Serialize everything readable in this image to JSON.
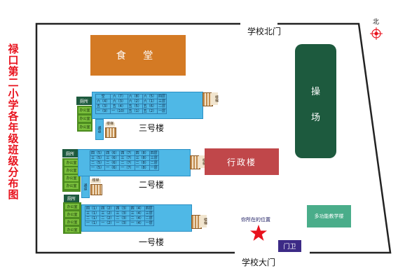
{
  "title": [
    "禄",
    "口",
    "第",
    "二",
    "小",
    "学",
    "各",
    "年",
    "级",
    "班",
    "级",
    "分",
    "布",
    "图"
  ],
  "north_gate": "学校北门",
  "main_gate": "学校大门",
  "north": "北",
  "canteen": "食 堂",
  "playground": [
    "操",
    "场"
  ],
  "admin": "行政楼",
  "multi_purpose": "多功能教学楼",
  "guard": "门卫",
  "you_are_here": "你所在的位置",
  "buildings": {
    "b3": {
      "name": "三号楼",
      "rows": [
        [
          "空",
          "六（7）",
          "六（8）",
          "六（5）",
          "四层"
        ],
        [
          "六（4）",
          "六（3）",
          "六（2）",
          "六（1）",
          "三层"
        ],
        [
          "五（3）",
          "五（4）",
          "五（5）",
          "五（6）",
          "二层"
        ],
        [
          "一（9）",
          "一（10）",
          "五（1）",
          "五（2）",
          "一层"
        ]
      ],
      "restroom": "厕所",
      "offices": [
        "办公室",
        "办公室",
        "办公室"
      ],
      "corridor": "通道",
      "stair_a": "楼梯",
      "stair_b": "楼梯"
    },
    "b2": {
      "name": "二号楼",
      "rows": [
        [
          "四（5）",
          "四（6）",
          "四（7）",
          "四（8）",
          "四层"
        ],
        [
          "三（5）",
          "三（6）",
          "三（7）",
          "三（8）",
          "三层"
        ],
        [
          "二（5）",
          "二（6）",
          "二（7）",
          "二（8）",
          "二层"
        ],
        [
          "一（5）",
          "一（6）",
          "一（7）",
          "一（8）",
          "一层"
        ]
      ],
      "restroom": "厕所",
      "offices": [
        "办公室",
        "办公室",
        "办公室",
        "办公室"
      ],
      "corridor": "通道",
      "stair_a": "楼梯",
      "stair_b": "楼梯"
    },
    "b1": {
      "name": "一号楼",
      "rows": [
        [
          "四（1）",
          "四（2）",
          "四（3）",
          "四（4）",
          "四层"
        ],
        [
          "三（1）",
          "三（2）",
          "三（3）",
          "三（4）",
          "三层"
        ],
        [
          "二（1）",
          "二（2）",
          "二（3）",
          "二（4）",
          "二层"
        ],
        [
          "一（1）",
          "一（2）",
          "一（3）",
          "一（4）",
          "一层"
        ]
      ],
      "restroom": "厕所",
      "offices": [
        "办公室",
        "办公室",
        "办公室",
        "办公室"
      ],
      "stair_b": "楼梯"
    }
  },
  "colors": {
    "title": "#e8121d",
    "canteen": "#d47a24",
    "playground": "#1d5a3e",
    "admin": "#c0474a",
    "multi_purpose": "#4aad8a",
    "guard": "#3c2a86",
    "classroom": "#4fb8e6",
    "office": "#7abf3c",
    "star": "#e8121d"
  },
  "icons": {
    "compass": "compass-icon",
    "location": "star-marker-icon"
  }
}
